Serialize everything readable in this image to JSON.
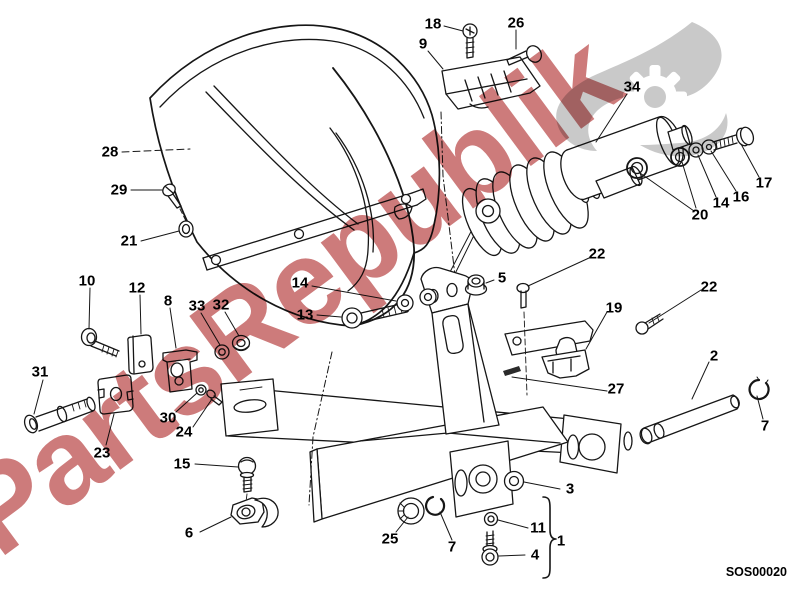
{
  "diagram": {
    "code": "SOS00020",
    "watermark": {
      "text": "PartsRepublik",
      "color": "#cd7b7b",
      "logo_color": "#c9c9c9"
    },
    "callouts": {
      "c1": "1",
      "c2": "2",
      "c3": "3",
      "c4": "4",
      "c5": "5",
      "c6": "6",
      "c7a": "7",
      "c7b": "7",
      "c8": "8",
      "c9": "9",
      "c10": "10",
      "c11": "11",
      "c12": "12",
      "c13": "13",
      "c14a": "14",
      "c14b": "14",
      "c15": "15",
      "c16": "16",
      "c17": "17",
      "c18": "18",
      "c19": "19",
      "c20": "20",
      "c21": "21",
      "c22a": "22",
      "c22b": "22",
      "c23": "23",
      "c24": "24",
      "c25": "25",
      "c26": "26",
      "c27": "27",
      "c28": "28",
      "c29": "29",
      "c30": "30",
      "c31": "31",
      "c32": "32",
      "c33": "33",
      "c34": "34"
    }
  }
}
